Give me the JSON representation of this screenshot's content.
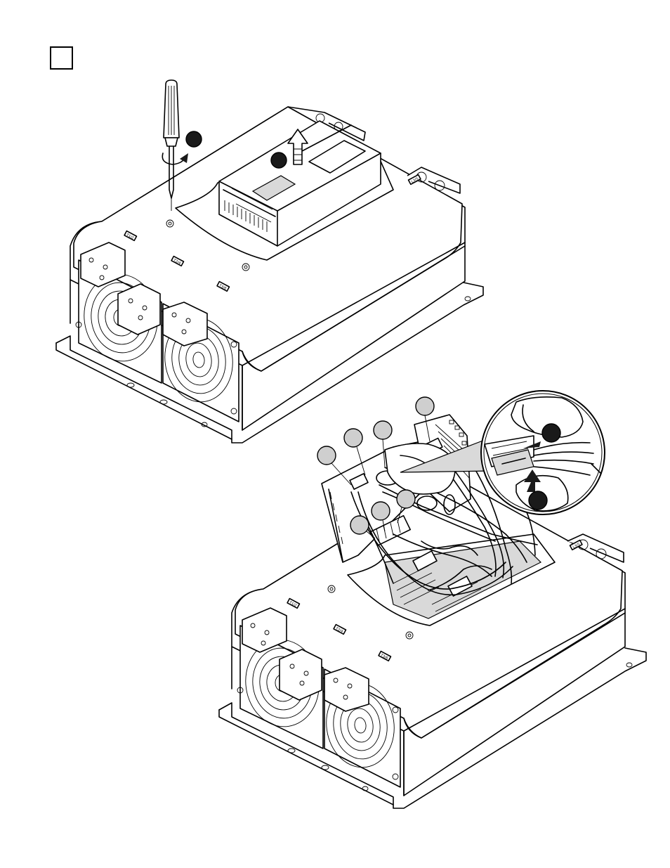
{
  "step": {
    "number": ""
  },
  "drive_labels": {
    "top": [
      "T1/2",
      "T2/4",
      "T3/6",
      "L3/5"
    ],
    "bottom": [
      "T1/2",
      "T2/4",
      "T3/6",
      "L3/5"
    ]
  },
  "callouts": {
    "screw_step": "",
    "lift_step": "",
    "connectors": [
      "",
      "",
      "",
      "",
      "",
      "",
      ""
    ],
    "detail_push": "",
    "detail_pull": ""
  },
  "icons": {
    "screwdriver": "screwdriver-icon",
    "rotate_arrow": "rotate-arrow-icon",
    "lift_arrow": "lift-arrow-icon",
    "push_arrow": "push-arrow-icon"
  },
  "colors": {
    "line": "#000000",
    "fill_light": "#d9d9d9",
    "callout_open": "#cfcfcf",
    "callout_solid": "#1a1a1a"
  }
}
